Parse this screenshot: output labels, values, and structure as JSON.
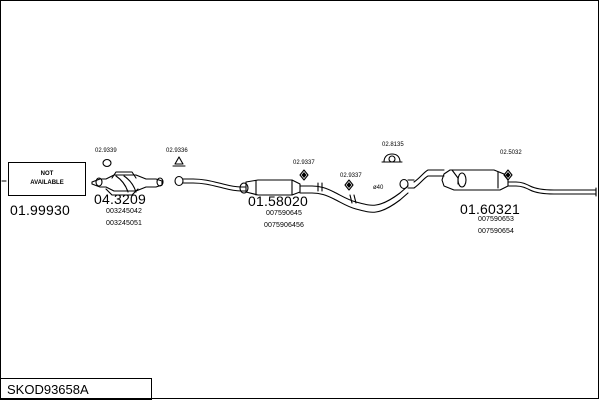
{
  "diagram": {
    "code": "SKOD93658A",
    "not_available_label": "NOT AVAILABLE",
    "parts": [
      {
        "number": "01.99930"
      },
      {
        "number": "04.3209",
        "refs": [
          "003245042",
          "003245051"
        ]
      },
      {
        "number": "01.58020",
        "refs": [
          "007590645",
          "0075906456"
        ]
      },
      {
        "number": "01.60321",
        "refs": [
          "007590653",
          "007590654"
        ]
      }
    ],
    "accessories": [
      "02.9339",
      "02.9336",
      "02.9337",
      "02.9337",
      "02.8135",
      "02.5032"
    ],
    "pipe_label": "ø40"
  }
}
